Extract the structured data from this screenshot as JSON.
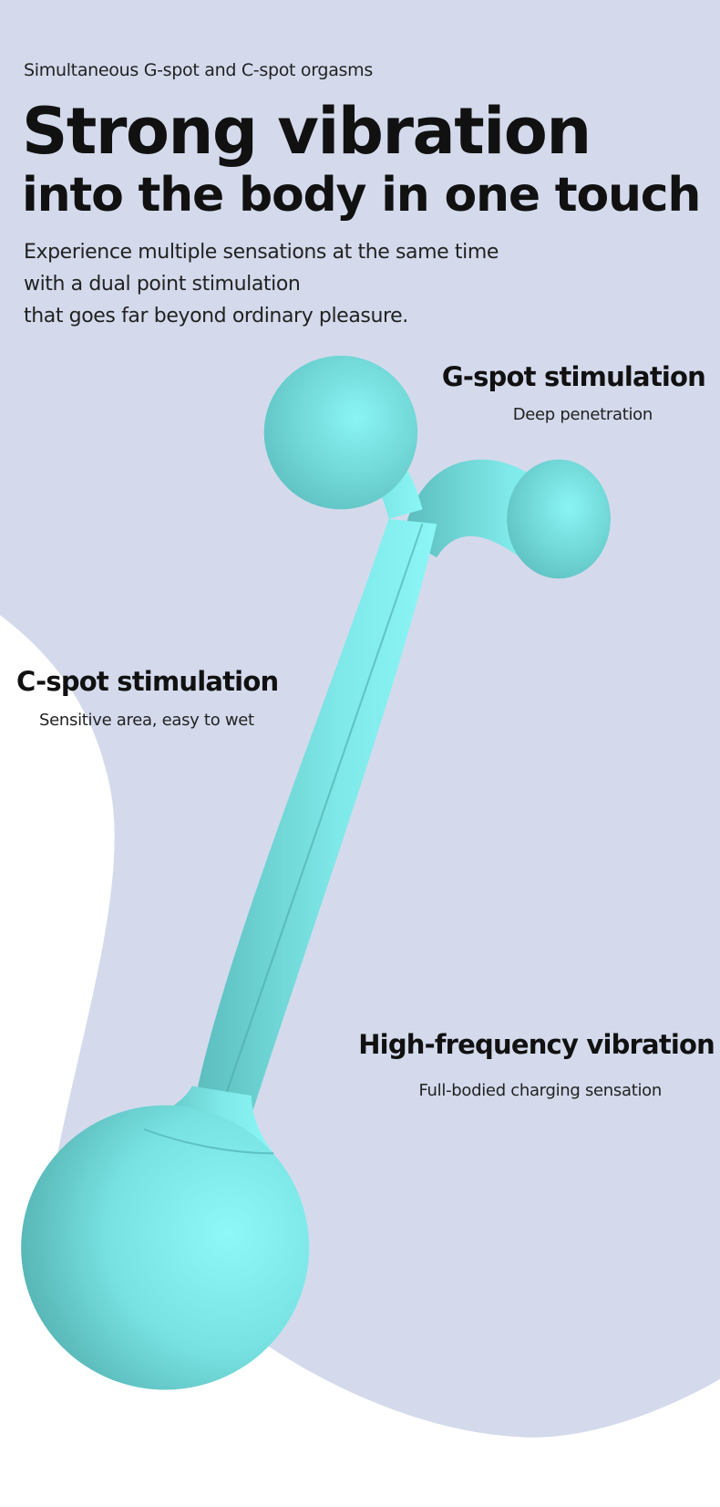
{
  "header": {
    "kicker": "Simultaneous G-spot and C-spot orgasms",
    "title_line1": "Strong vibration",
    "title_line2": "into the body in one touch",
    "paragraph": [
      "Experience multiple sensations at the same time",
      "with a dual point stimulation",
      "that goes far beyond ordinary pleasure."
    ]
  },
  "features": {
    "g_spot": {
      "title": "G-spot stimulation",
      "subtitle": "Deep penetration"
    },
    "c_spot": {
      "title": "C-spot stimulation",
      "subtitle": "Sensitive area, easy to wet"
    },
    "vibration": {
      "title": "High-frequency vibration",
      "subtitle": "Full-bodied charging sensation"
    }
  },
  "colors": {
    "background": "#d4daec",
    "product_light": "#86f4f4",
    "product_dark": "#5bbcbc",
    "text": "#111111"
  }
}
